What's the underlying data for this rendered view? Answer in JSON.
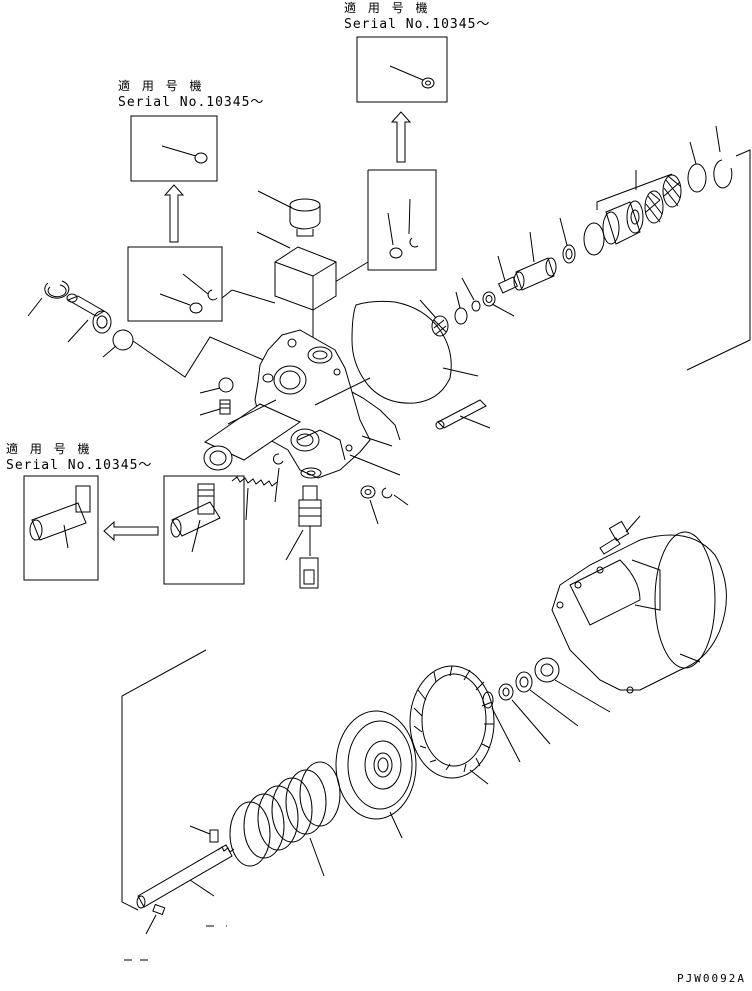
{
  "notes": {
    "applicable_1": {
      "line1": "適 用 号 機",
      "line2": "Serial No.10345～"
    },
    "applicable_2": {
      "line1": "適 用 号 機",
      "line2": "Serial No.10345～"
    },
    "applicable_3": {
      "line1": "適 用 号 機",
      "line2": "Serial No.10345～"
    }
  },
  "drawing_code": "PJW0092A"
}
